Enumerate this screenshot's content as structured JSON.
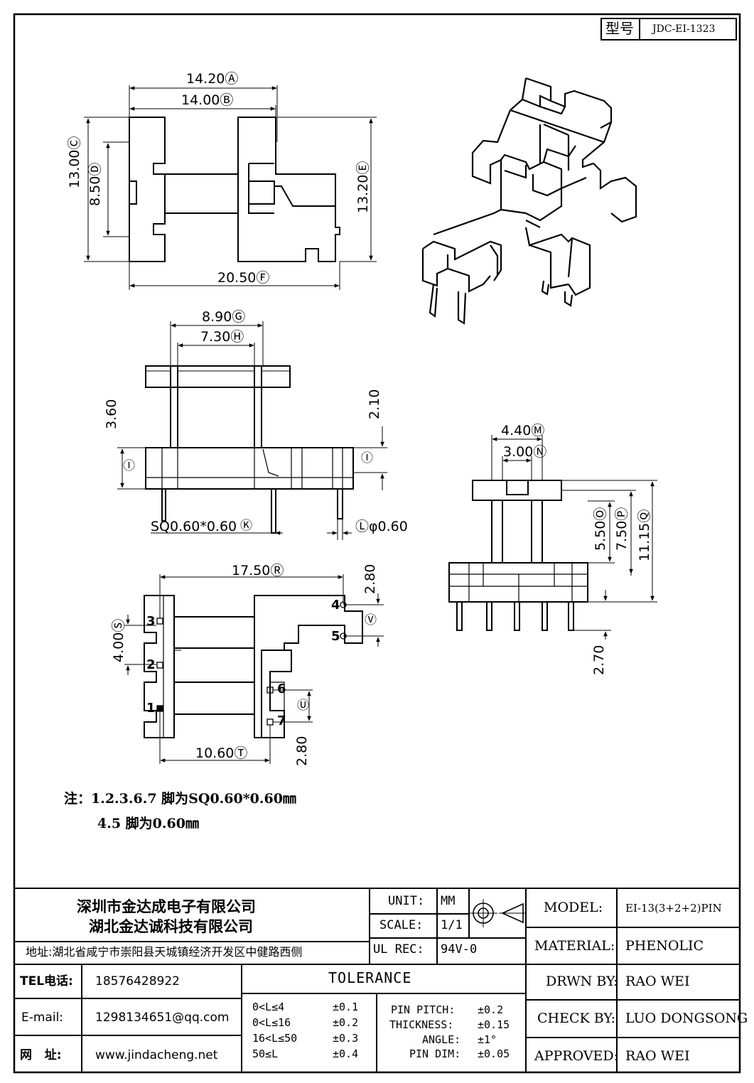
{
  "header": {
    "type_label": "型号",
    "type_value": "JDC-EI-1323"
  },
  "dims": {
    "A": "14.20Ⓐ",
    "B": "14.00Ⓑ",
    "C": "13.00Ⓒ",
    "D": "8.50Ⓓ",
    "E": "13.20Ⓔ",
    "F": "20.50Ⓕ",
    "G": "8.90Ⓖ",
    "H": "7.30Ⓗ",
    "h360": "3.60",
    "h210": "2.10",
    "I1": "Ⓘ",
    "I2": "Ⓘ",
    "sq": "SQ0.60*0.60",
    "K": "Ⓚ",
    "L": "Ⓛφ0.60",
    "M": "4.40Ⓜ",
    "N": "3.00Ⓝ",
    "O": "5.50Ⓞ",
    "P": "7.50Ⓟ",
    "Q": "11.15Ⓠ",
    "h270b": "2.70",
    "R": "17.50Ⓡ",
    "h280a": "2.80",
    "V": "Ⓥ",
    "S": "4.00Ⓢ",
    "U": "Ⓤ",
    "h280b": "2.80",
    "T": "10.60Ⓣ"
  },
  "pins": {
    "p1": "1",
    "p2": "2",
    "p3": "3",
    "p4": "4",
    "p5": "5",
    "p6": "6",
    "p7": "7"
  },
  "notes": {
    "line1": "注：1.2.3.6.7 脚为SQ0.60*0.60㎜",
    "line2": "4.5 脚为0.60㎜"
  },
  "title_block": {
    "company1": "深圳市金达成电子有限公司",
    "company2": "湖北金达诚科技有限公司",
    "address": "地址:湖北省咸宁市崇阳县天城镇经济开发区中健路西侧",
    "unit_label": "UNIT:",
    "unit_value": "MM",
    "scale_label": "SCALE:",
    "scale_value": "1/1",
    "ulrec_label": "UL REC:",
    "ulrec_value": "94V-0",
    "model_label": "MODEL:",
    "model_value": "EI-13(3+2+2)PIN",
    "material_label": "MATERIAL:",
    "material_value": "PHENOLIC",
    "drwn_label": "DRWN BY:",
    "drwn_value": "RAO WEI",
    "check_label": "CHECK BY:",
    "check_value": "LUO DONGSONG",
    "approved_label": "APPROVED:",
    "approved_value": "RAO WEI",
    "tel_label": "TEL电话:",
    "tel_value": "18576428922",
    "email_label": "E-mail:",
    "email_value": "1298134651@qq.com",
    "web_label": "网   址:",
    "web_value": "www.jindacheng.net",
    "tolerance_title": "TOLERANCE",
    "tol_rows": [
      {
        "range": "0<L≤4",
        "val": "±0.1"
      },
      {
        "range": "0<L≤16",
        "val": "±0.2"
      },
      {
        "range": "16<L≤50",
        "val": "±0.3"
      },
      {
        "range": "50≤L",
        "val": "±0.4"
      }
    ],
    "pin_rows": [
      {
        "label": "PIN PITCH:",
        "val": "±0.2"
      },
      {
        "label": "THICKNESS:",
        "val": "±0.15"
      },
      {
        "label": "ANGLE:",
        "val": "±1°"
      },
      {
        "label": "PIN DIM:",
        "val": "±0.05"
      }
    ]
  }
}
